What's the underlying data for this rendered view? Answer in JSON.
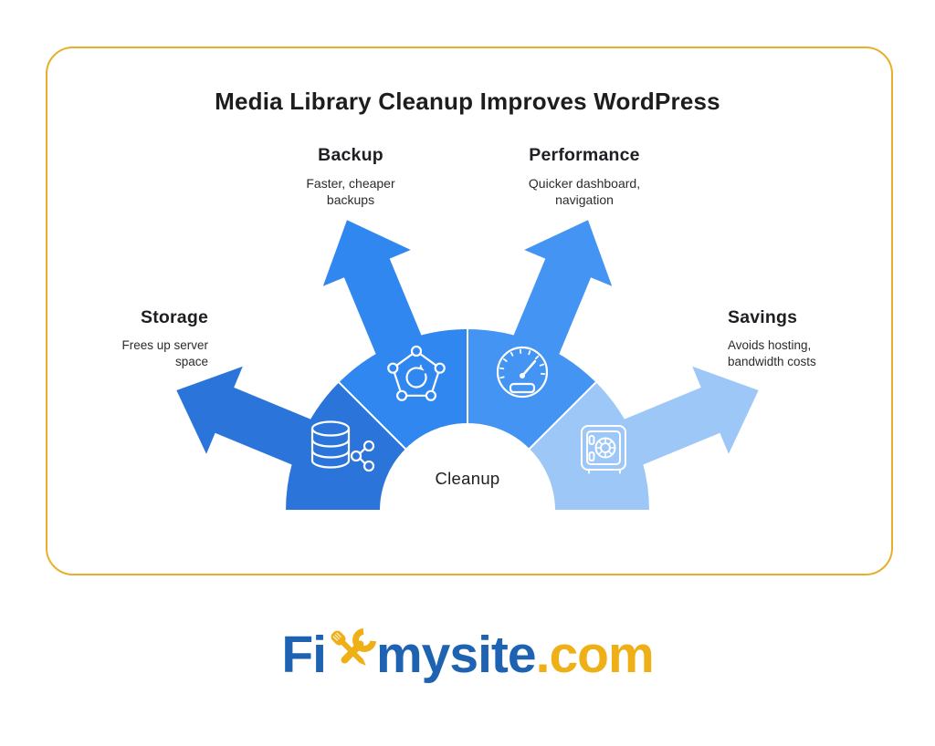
{
  "title": "Media Library Cleanup Improves WordPress",
  "center_label": "Cleanup",
  "segments": [
    {
      "name": "Storage",
      "icon": "database-icon",
      "color": "#2B74DA",
      "desc_line1": "Frees up server",
      "desc_line2": "space"
    },
    {
      "name": "Backup",
      "icon": "backup-sync-icon",
      "color": "#2F87EF",
      "desc_line1": "Faster, cheaper",
      "desc_line2": "backups"
    },
    {
      "name": "Performance",
      "icon": "speedometer-icon",
      "color": "#4494F3",
      "desc_line1": "Quicker dashboard,",
      "desc_line2": "navigation"
    },
    {
      "name": "Savings",
      "icon": "safe-icon",
      "color": "#9CC7F7",
      "desc_line1": "Avoids hosting,",
      "desc_line2": "bandwidth costs"
    }
  ],
  "colors": {
    "card_border": "#E9AE2B",
    "title_text": "#1D1D1F",
    "body_text": "#2B2B30",
    "icon_stroke": "#FFFFFF",
    "logo_blue": "#1E63B2",
    "logo_gold": "#EFAF16",
    "background": "#FFFFFF"
  },
  "logo": {
    "prefix": "Fi",
    "middle": "mysite",
    "suffix": ".com",
    "tools_icon": "wrench-screwdriver-icon"
  }
}
